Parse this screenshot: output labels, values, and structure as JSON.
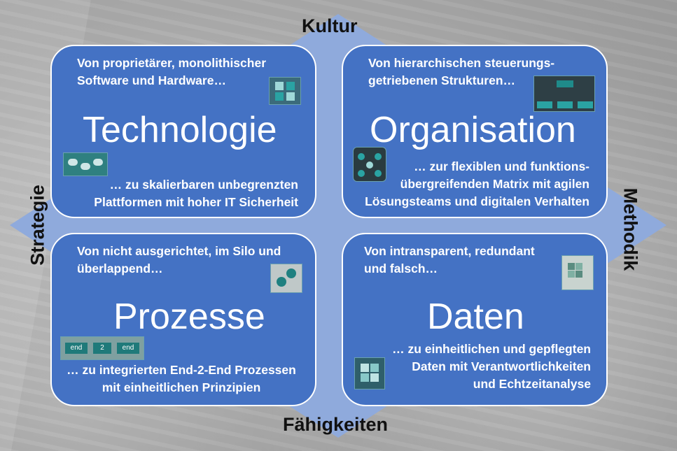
{
  "axes": {
    "top": "Kultur",
    "bottom": "Fähigkeiten",
    "left": "Strategie",
    "right": "Methodik"
  },
  "quadrants": {
    "technologie": {
      "title": "Technologie",
      "from_line1": "Von proprietärer, monolithischer",
      "from_line2": "Software und Hardware…",
      "to_line1": "… zu skalierbaren unbegrenzten",
      "to_line2": "Plattformen mit hoher IT Sicherheit"
    },
    "organisation": {
      "title": "Organisation",
      "from_line1": "Von hierarchischen steuerungs-",
      "from_line2": "getriebenen Strukturen…",
      "to_line1": "… zur flexiblen und funktions-",
      "to_line2": "übergreifenden Matrix mit agilen",
      "to_line3": "Lösungsteams und digitalen Verhalten"
    },
    "prozesse": {
      "title": "Prozesse",
      "from_line1": "Von nicht ausgerichtet, im Silo und",
      "from_line2": "überlappend…",
      "to_line1": "… zu integrierten End-2-End Prozessen",
      "to_line2": "mit einheitlichen Prinzipien",
      "icon_labels": [
        "end",
        "2",
        "end"
      ]
    },
    "daten": {
      "title": "Daten",
      "from_line1": "Von intransparent, redundant",
      "from_line2": "und falsch…",
      "to_line1": "… zu einheitlichen und gepflegten",
      "to_line2": "Daten mit Verantwortlichkeiten",
      "to_line3": "und Echtzeitanalyse"
    }
  },
  "colors": {
    "box_fill": "#4472c4",
    "box_border": "#ffffff",
    "diamond_fill": "#8faadc",
    "axis_text": "#111111"
  }
}
